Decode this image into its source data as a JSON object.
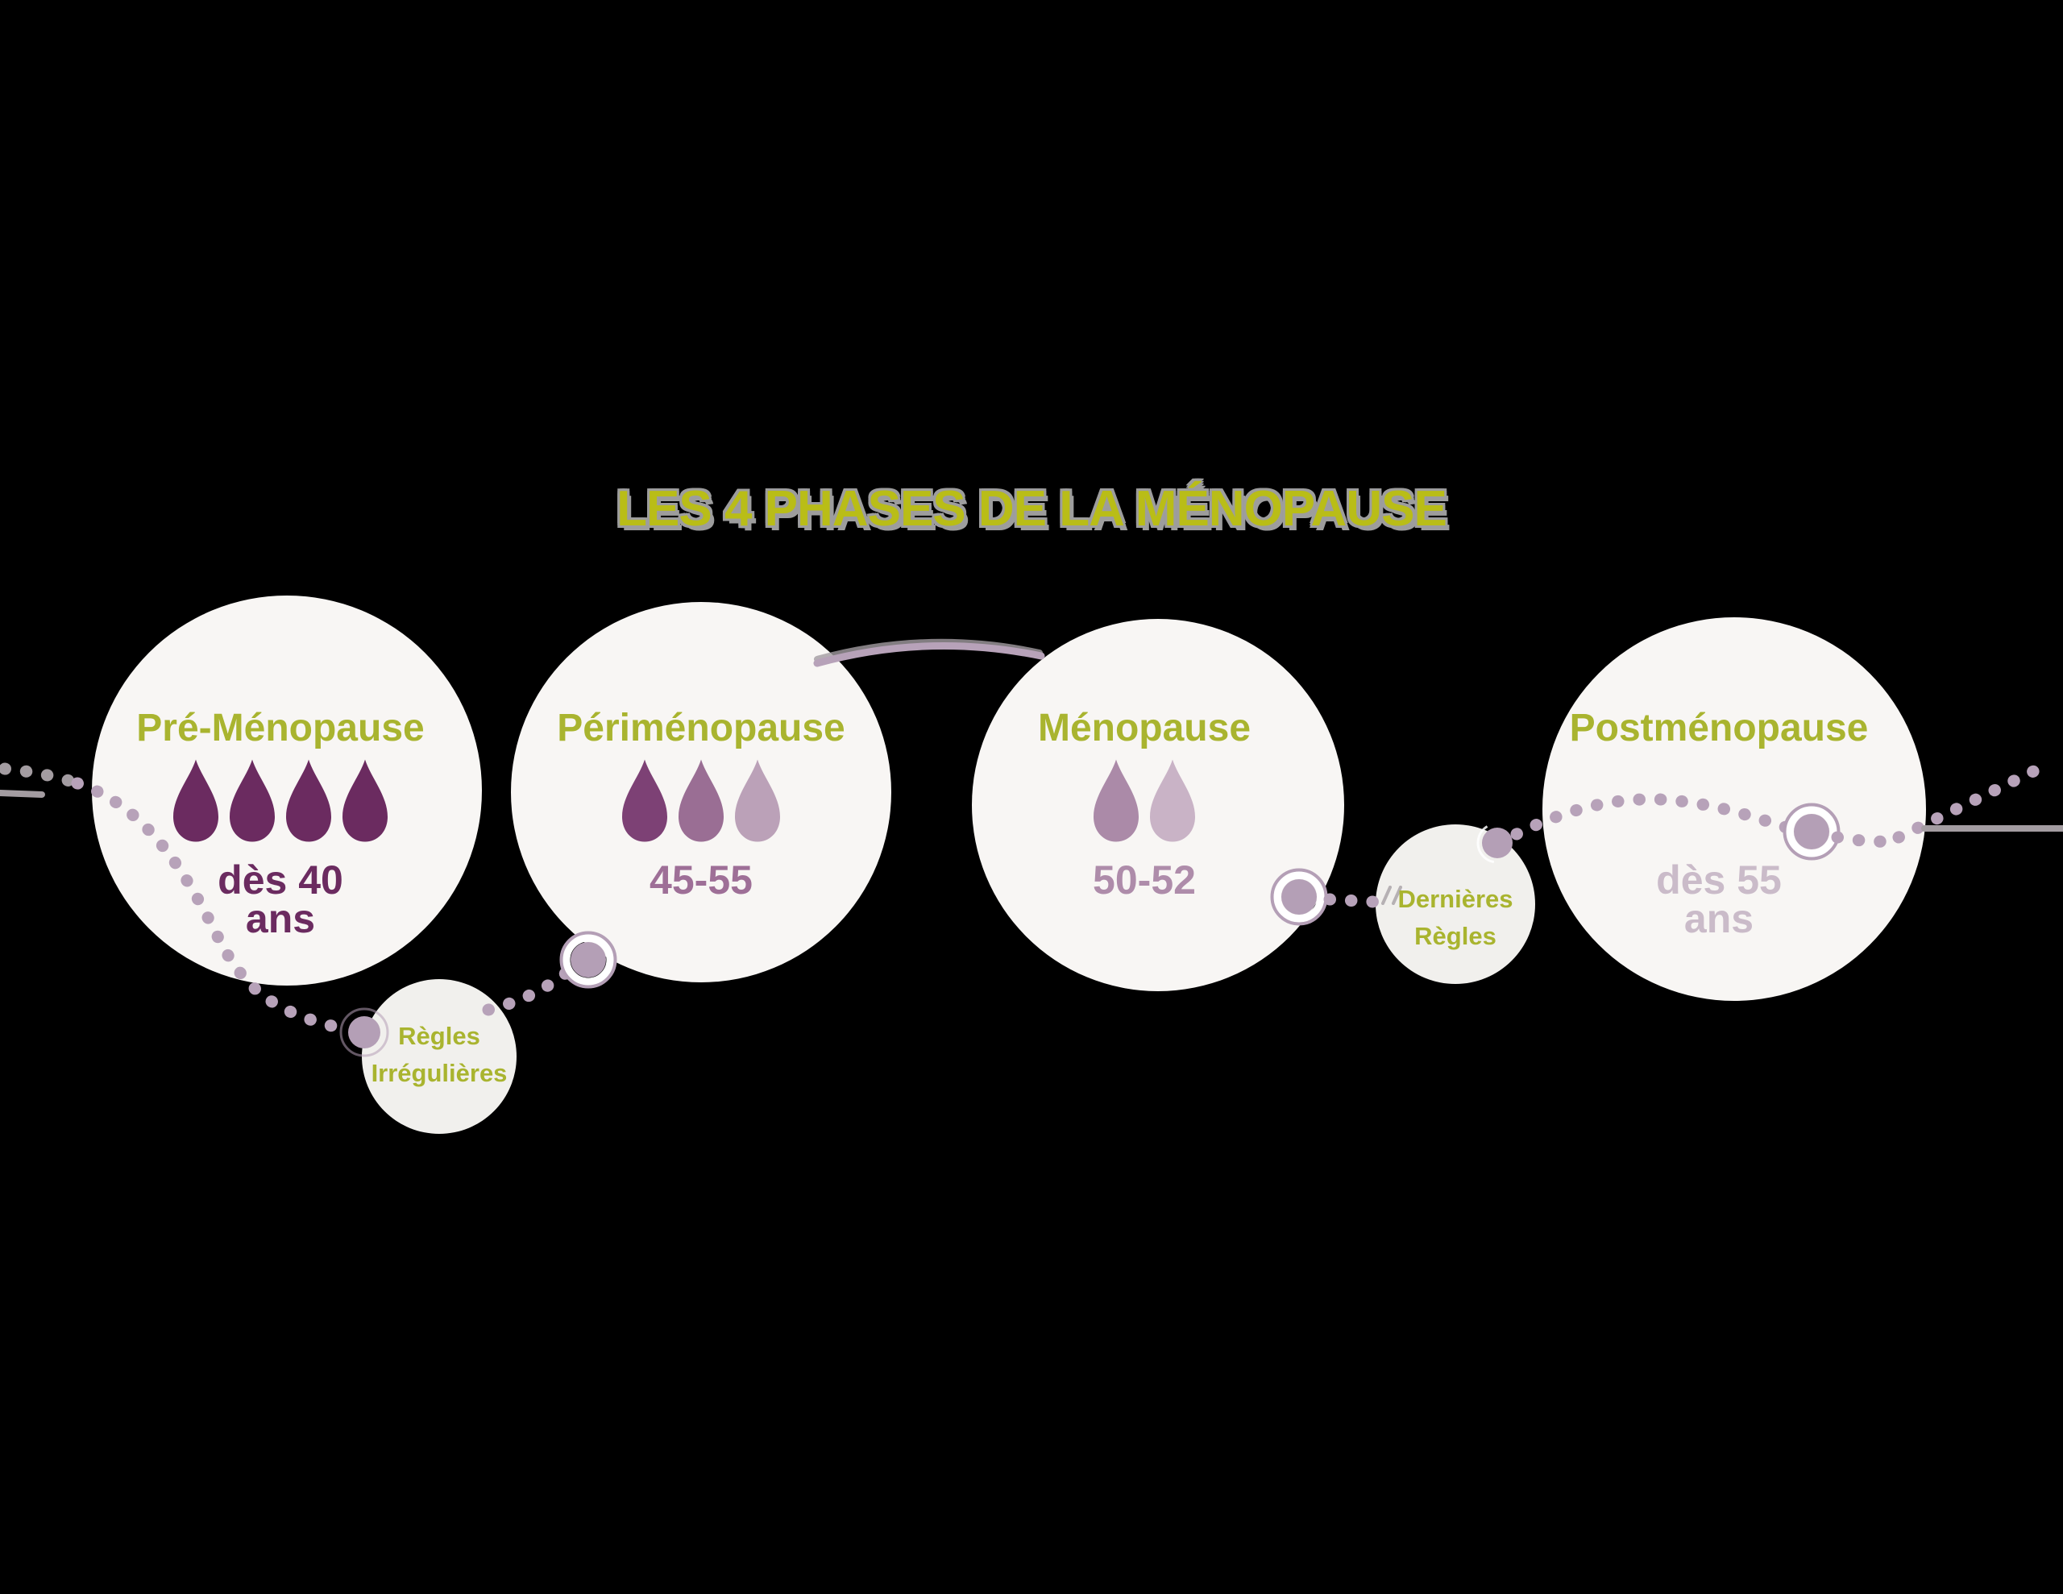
{
  "canvas": {
    "background": "#000000"
  },
  "title": {
    "text": "LES 4 PHASES DE LA MÉNOPAUSE",
    "color": "#b9bd17",
    "shadow_color": "#9d9d9d"
  },
  "colors": {
    "label_green": "#a9b42f",
    "circle_large": "#f8f6f4",
    "circle_small": "#f1f0ed",
    "thread": "#b7a2b9",
    "thread_gray": "#a39ca1",
    "marker": "#b49fb6"
  },
  "phases": [
    {
      "name": "Pré-Ménopause",
      "age_line1": "dès 40",
      "age_line2": "ans",
      "age_color": "#6b2b60",
      "drop_colors": [
        "#6b2b60",
        "#6b2b60",
        "#6b2b60",
        "#6b2b60"
      ]
    },
    {
      "name": "Périménopause",
      "age_line1": "45-55",
      "age_line2": "",
      "age_color": "#9e6f97",
      "drop_colors": [
        "#7d4175",
        "#9a6e94",
        "#bba1b8"
      ]
    },
    {
      "name": "Ménopause",
      "age_line1": "50-52",
      "age_line2": "",
      "age_color": "#ae8caa",
      "drop_colors": [
        "#ab8aa8",
        "#c9b3c6"
      ]
    },
    {
      "name": "Postménopause",
      "age_line1": "dès 55",
      "age_line2": "ans",
      "age_color": "#cabbc9",
      "drop_colors": []
    }
  ],
  "milestones": [
    {
      "line1": "Règles",
      "line2": "Irrégulières"
    },
    {
      "line1": "Dernières",
      "line2": "Règles"
    }
  ]
}
